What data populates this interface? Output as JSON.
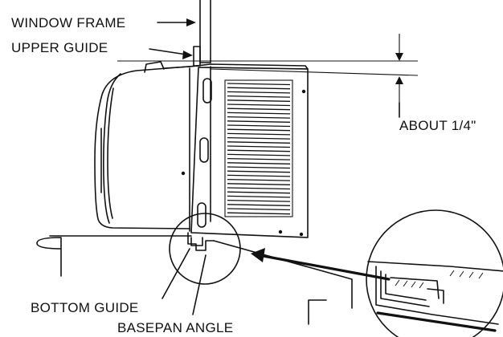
{
  "labels": {
    "window_frame": "WINDOW FRAME",
    "upper_guide": "UPPER GUIDE",
    "about": "ABOUT 1/4\"",
    "bottom_guide": "BOTTOM GUIDE",
    "basepan_angle": "BASEPAN ANGLE"
  },
  "icons": {
    "arrow": "arrow-icon",
    "screw": "screw-icon",
    "vent": "vent-louver-icon"
  }
}
